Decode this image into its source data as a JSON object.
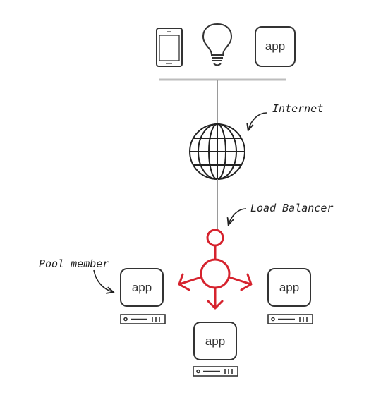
{
  "diagram": {
    "top_devices": {
      "tablet": {
        "icon": "tablet-icon"
      },
      "bulb": {
        "icon": "lightbulb-icon"
      },
      "app": {
        "icon": "app-icon",
        "label": "app"
      }
    },
    "internet": {
      "label": "Internet",
      "icon": "globe-icon"
    },
    "load_balancer": {
      "label": "Load Balancer",
      "icon": "load-balancer-icon",
      "color": "#d6232e"
    },
    "pool_member_label": "Pool member",
    "pool": [
      {
        "label": "app",
        "icon": "server-icon"
      },
      {
        "label": "app",
        "icon": "server-icon"
      },
      {
        "label": "app",
        "icon": "server-icon"
      }
    ]
  }
}
